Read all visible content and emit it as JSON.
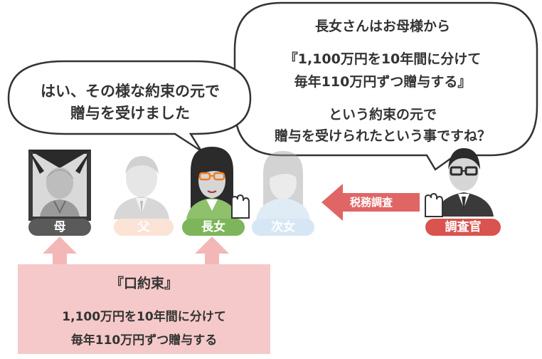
{
  "right_bubble": {
    "line1": "長女さんはお母様から",
    "line2": "『1,100万円を10年間に分けて",
    "line3": "毎年110万円ずつ贈与する』",
    "line4": "という約束の元で",
    "line5": "贈与を受けられたという事ですね？"
  },
  "left_bubble": {
    "line1": "はい、その様な約束の元で",
    "line2": "贈与を受けました"
  },
  "labels": {
    "mother": "母",
    "father": "父",
    "eldest_daughter": "長女",
    "second_daughter": "次女",
    "investigator": "調査官"
  },
  "arrow_label": "税務調査",
  "verbal_promise_box": {
    "title": "『口約束』",
    "line1": "1,100万円を10年間に分けて",
    "line2": "毎年110万円ずつ贈与する"
  },
  "colors": {
    "label_dark": "#5a5a5a",
    "label_father": "#fbe3d6",
    "label_eldest": "#7db55a",
    "label_second": "#d7e6f4",
    "label_investigator": "#d9534f",
    "arrow_red": "#e06666",
    "box_pink": "#f5c9c9",
    "arrow_pink": "#f4b7b7"
  }
}
